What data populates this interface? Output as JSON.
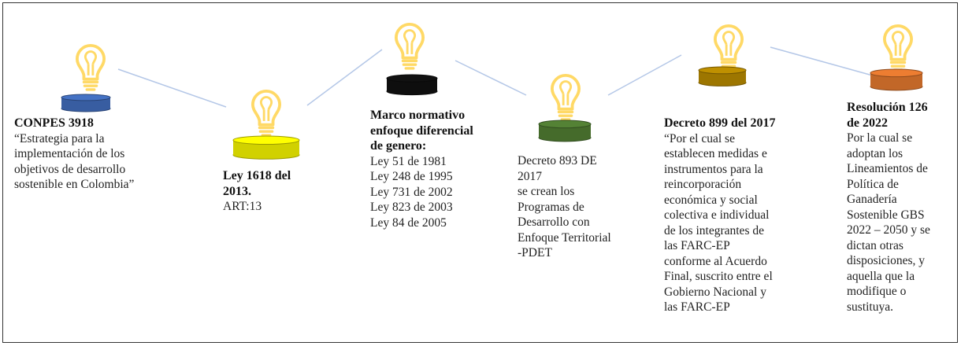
{
  "colors": {
    "stand_blue": "#4472c4",
    "stand_yellow": "#ffff00",
    "stand_black": "#111111",
    "stand_green": "#548235",
    "stand_gold": "#bf9000",
    "stand_orange": "#ed7d31",
    "bulb": "#ffd966",
    "connector": "#b4c7e7"
  },
  "milestones": [
    {
      "title": "CONPES 3918",
      "body": "“Estrategia para la\nimplementación de los\nobjetivos de desarrollo\nsostenible en Colombia”",
      "stand_color": "blue"
    },
    {
      "title": "Ley 1618 del\n2013.",
      "body": "ART:13",
      "stand_color": "yellow"
    },
    {
      "title": "Marco normativo\nenfoque diferencial\nde genero:",
      "body": "Ley 51 de 1981\nLey 248 de 1995\nLey 731 de 2002\nLey 823 de 2003\nLey 84 de 2005",
      "stand_color": "black"
    },
    {
      "title": "",
      "body": "Decreto 893 DE\n2017\nse crean los\nProgramas de\nDesarrollo con\nEnfoque Territorial\n-PDET",
      "stand_color": "green"
    },
    {
      "title": "Decreto 899 del 2017",
      "body": "“Por el cual se\nestablecen medidas e\ninstrumentos para la\nreincorporación\neconómica y social\ncolectiva e individual\nde los integrantes de\nlas FARC-EP\nconforme al Acuerdo\nFinal, suscrito entre el\nGobierno Nacional y\nlas FARC-EP",
      "stand_color": "gold"
    },
    {
      "title": "Resolución 126\nde 2022",
      "body": "Por la cual se\nadoptan los\nLineamientos de\nPolítica de\nGanadería\nSostenible GBS\n2022 – 2050 y se\ndictan otras\ndisposiciones, y\naquella que la\nmodifique o\nsustituya.",
      "stand_color": "orange"
    }
  ]
}
